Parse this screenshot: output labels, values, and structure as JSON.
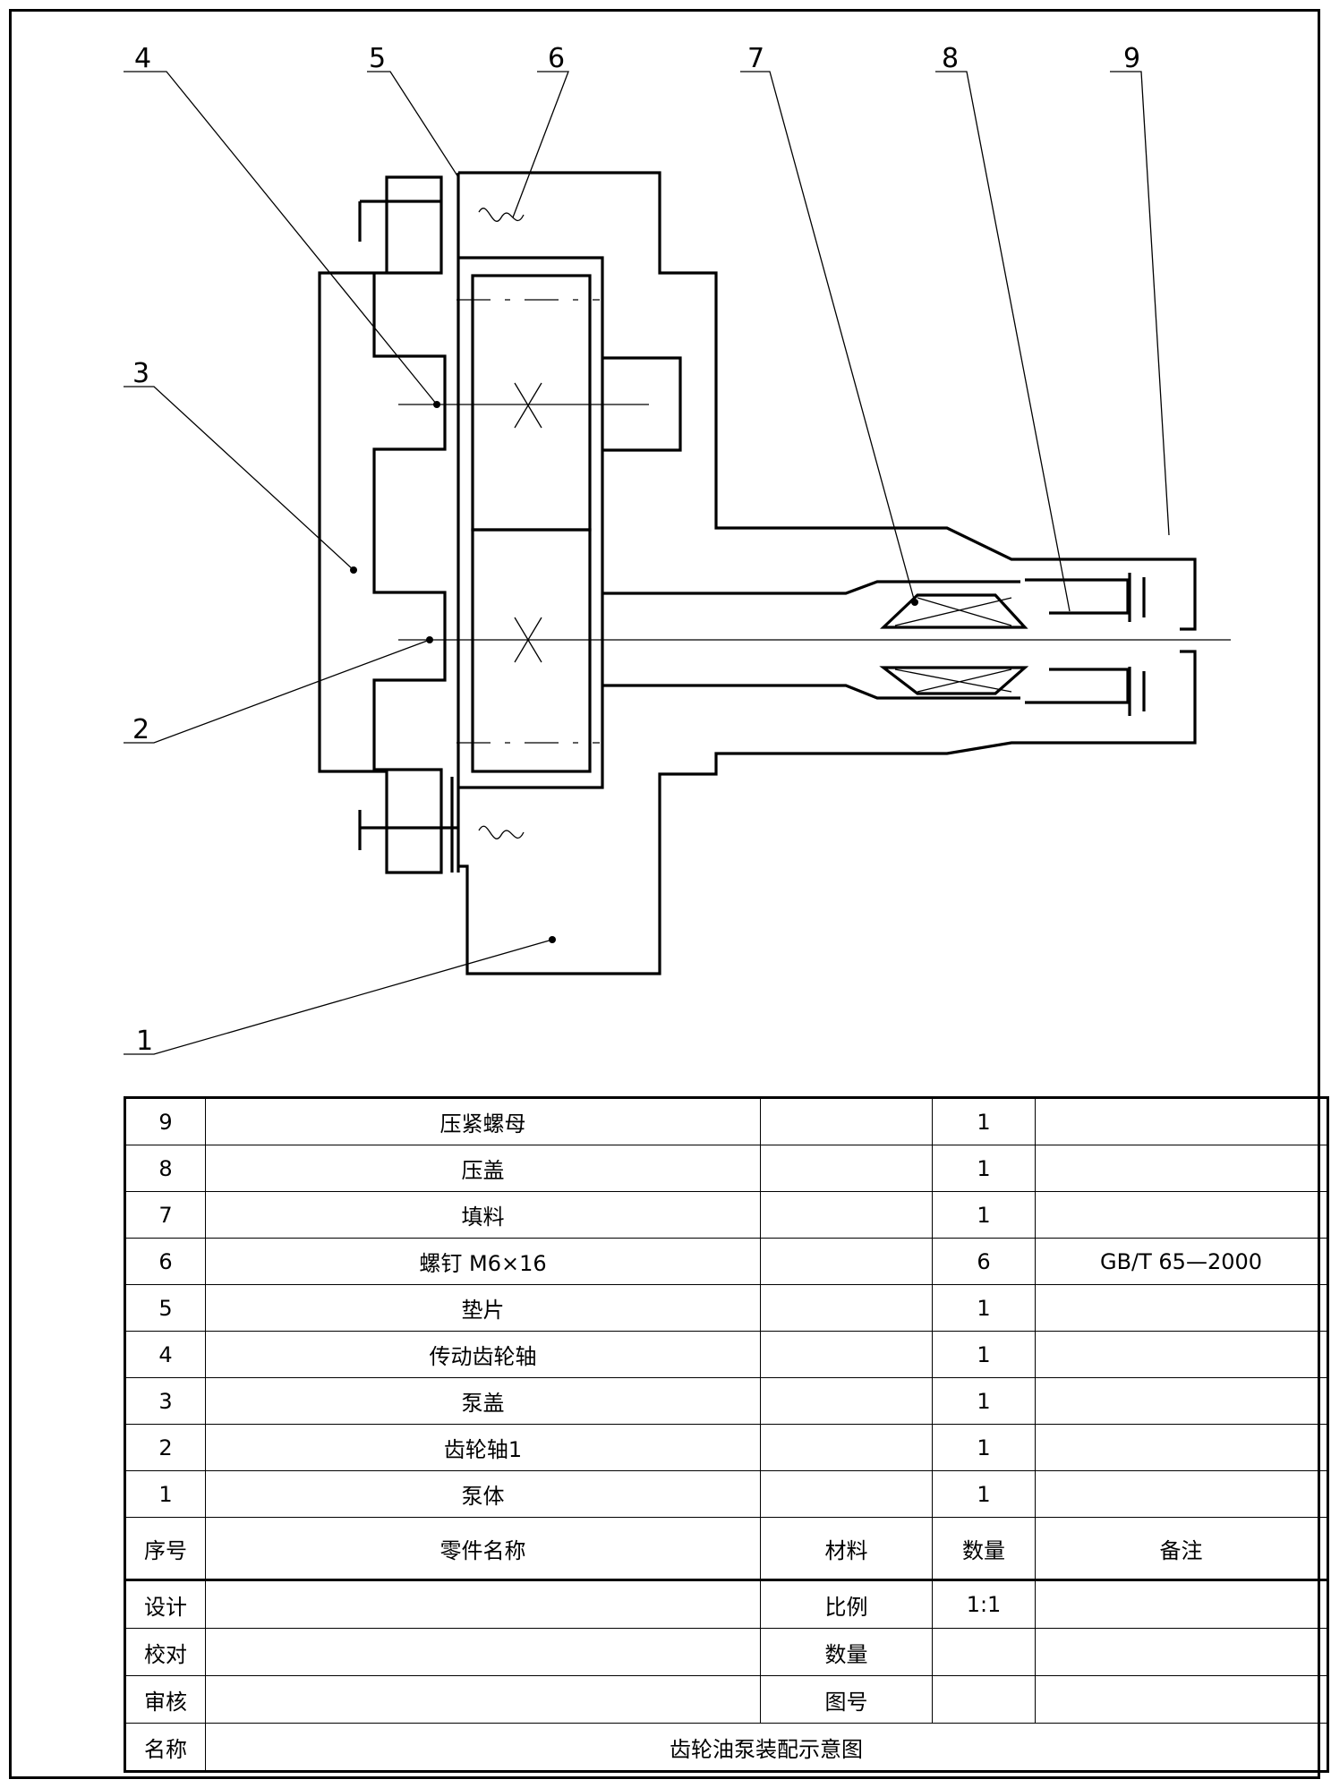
{
  "callouts": [
    "4",
    "5",
    "6",
    "7",
    "8",
    "9",
    "3",
    "2",
    "1"
  ],
  "parts": [
    {
      "no": "9",
      "name": "压紧螺母",
      "material": "",
      "qty": "1",
      "note": ""
    },
    {
      "no": "8",
      "name": "压盖",
      "material": "",
      "qty": "1",
      "note": ""
    },
    {
      "no": "7",
      "name": "填料",
      "material": "",
      "qty": "1",
      "note": ""
    },
    {
      "no": "6",
      "name": "螺钉 M6×16",
      "material": "",
      "qty": "6",
      "note": "GB/T 65—2000"
    },
    {
      "no": "5",
      "name": "垫片",
      "material": "",
      "qty": "1",
      "note": ""
    },
    {
      "no": "4",
      "name": "传动齿轮轴",
      "material": "",
      "qty": "1",
      "note": ""
    },
    {
      "no": "3",
      "name": "泵盖",
      "material": "",
      "qty": "1",
      "note": ""
    },
    {
      "no": "2",
      "name": "齿轮轴1",
      "material": "",
      "qty": "1",
      "note": ""
    },
    {
      "no": "1",
      "name": "泵体",
      "material": "",
      "qty": "1",
      "note": ""
    }
  ],
  "header": {
    "no": "序号",
    "name": "零件名称",
    "material": "材料",
    "qty": "数量",
    "note": "备注"
  },
  "title_block": {
    "design_label": "设计",
    "scale_label": "比例",
    "scale_value": "1:1",
    "check_label": "校对",
    "quantity_label": "数量",
    "review_label": "审核",
    "drawing_no_label": "图号",
    "name_label": "名称",
    "drawing_name": "齿轮油泵装配示意图"
  }
}
